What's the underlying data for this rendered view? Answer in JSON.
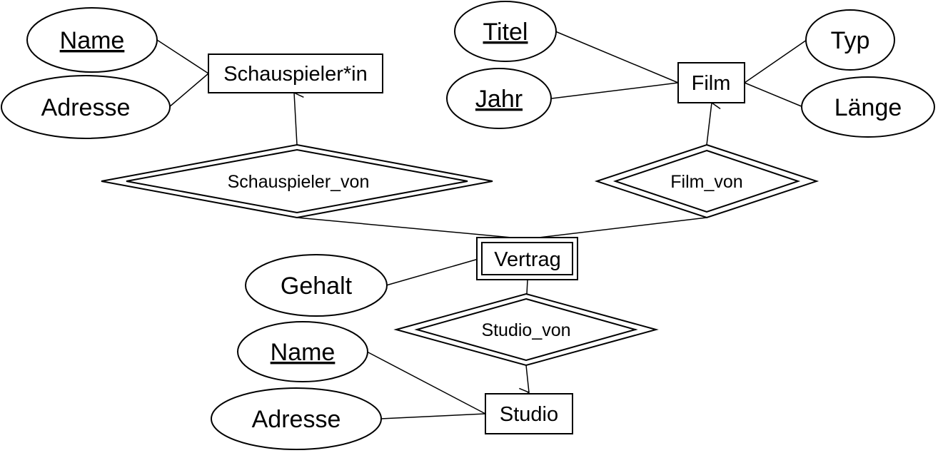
{
  "entities": {
    "schauspieler": "Schauspieler*in",
    "film": "Film",
    "vertrag": "Vertrag",
    "studio": "Studio"
  },
  "relationships": {
    "schauspieler_von": "Schauspieler_von",
    "film_von": "Film_von",
    "studio_von": "Studio_von"
  },
  "attributes": {
    "schauspieler_name": "Name",
    "schauspieler_adresse": "Adresse",
    "film_titel": "Titel",
    "film_jahr": "Jahr",
    "film_typ": "Typ",
    "film_laenge": "Länge",
    "vertrag_gehalt": "Gehalt",
    "studio_name": "Name",
    "studio_adresse": "Adresse"
  }
}
